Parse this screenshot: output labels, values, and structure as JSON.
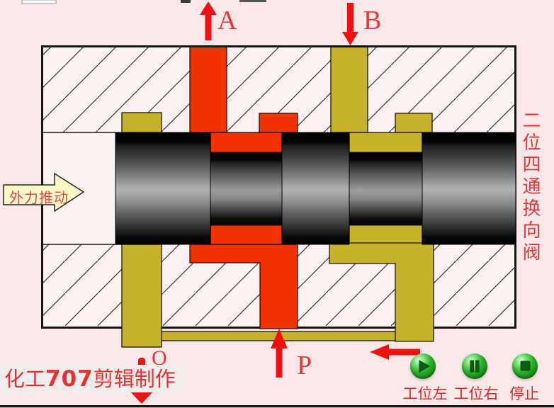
{
  "side_title": "二位四通换向阀",
  "push_arrow_label": "外力推动",
  "port_labels": {
    "a": "A",
    "b": "B",
    "p": "P",
    "o": "O"
  },
  "credit": {
    "part1": "化工",
    "part2": "707",
    "part3": "剪辑制作"
  },
  "controls": {
    "buttons": [
      {
        "label": "工位左",
        "icon": "play"
      },
      {
        "label": "工位右",
        "icon": "pause"
      },
      {
        "label": "停止",
        "icon": "stop"
      }
    ]
  },
  "colors": {
    "background": "#FAE7E7",
    "body_fill": "#FCF2F2",
    "pressure_channel_red": "#F23300",
    "return_channel_yellow": "#C9B22B",
    "arrow_red": "#ED1111",
    "label_red": "#E03A3A",
    "button_green": "#2DB22D"
  }
}
